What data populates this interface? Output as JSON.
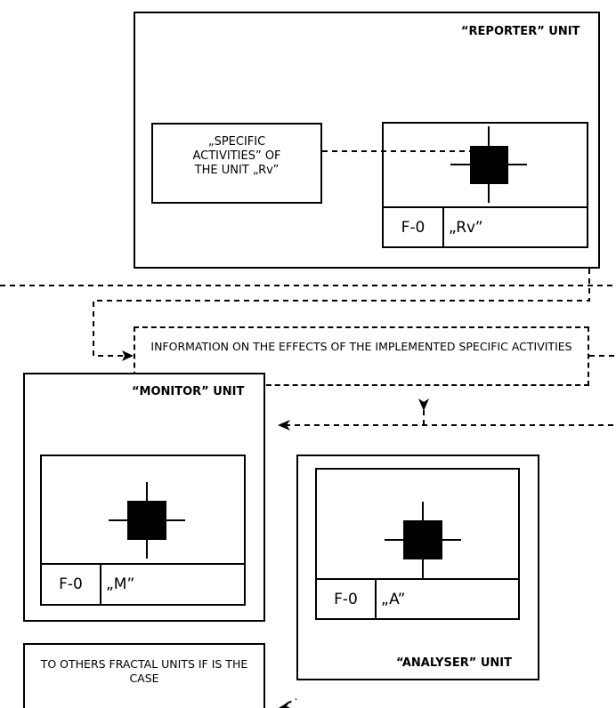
{
  "reporter": {
    "title": "“REPORTER” UNIT",
    "activities_text": "„SPECIFIC ACTIVITIES” OF THE UNIT „Rv”",
    "code": "F-0",
    "label": "„Rv”"
  },
  "information": {
    "text": "INFORMATION ON THE EFFECTS OF THE IMPLEMENTED SPECIFIC ACTIVITIES"
  },
  "monitor": {
    "title": "“MONITOR” UNIT",
    "code": "F-0",
    "label": "„M”"
  },
  "analyser": {
    "title": "“ANALYSER” UNIT",
    "code": "F-0",
    "label": "„A”"
  },
  "others": {
    "text": "TO OTHERS FRACTAL UNITS IF IS THE CASE"
  }
}
